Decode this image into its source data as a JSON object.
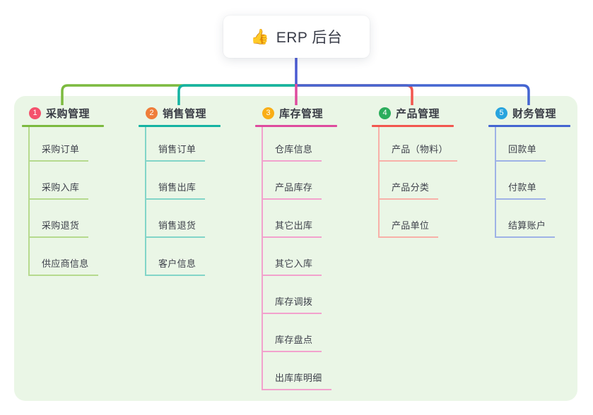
{
  "root": {
    "icon": "👍",
    "label": "ERP 后台"
  },
  "colors": {
    "panel_bg": "#EAF6E6",
    "trunk": "#4A5AD2",
    "title_text": "#3A3D49",
    "node_text": "#3E414B"
  },
  "mindmap": {
    "branches": [
      {
        "number": "1",
        "label": "采购管理",
        "badge_color": "#F4516C",
        "line_color": "#7CBA3F",
        "light_color": "#B6DA8E",
        "items": [
          "采购订单",
          "采购入库",
          "采购退货",
          "供应商信息"
        ]
      },
      {
        "number": "2",
        "label": "销售管理",
        "badge_color": "#EF7D3A",
        "line_color": "#14B3A2",
        "light_color": "#82D5C8",
        "items": [
          "销售订单",
          "销售出库",
          "销售退货",
          "客户信息"
        ]
      },
      {
        "number": "3",
        "label": "库存管理",
        "badge_color": "#F9AE17",
        "line_color": "#DE4B9E",
        "light_color": "#F2A2CD",
        "items": [
          "仓库信息",
          "产品库存",
          "其它出库",
          "其它入库",
          "库存调拨",
          "库存盘点",
          "出库库明细"
        ]
      },
      {
        "number": "4",
        "label": "产品管理",
        "badge_color": "#2BAD5C",
        "line_color": "#F2574F",
        "light_color": "#F8B0A8",
        "items": [
          "产品（物料）",
          "产品分类",
          "产品单位"
        ]
      },
      {
        "number": "5",
        "label": "财务管理",
        "badge_color": "#28A4DE",
        "line_color": "#4465D1",
        "light_color": "#9EB2E6",
        "items": [
          "回款单",
          "付款单",
          "结算账户"
        ]
      }
    ]
  }
}
